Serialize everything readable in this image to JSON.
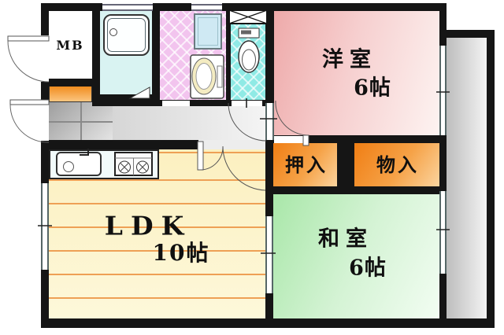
{
  "floorplan": {
    "meterbox_label": "MB",
    "rooms": {
      "western": {
        "name": "洋室",
        "size": "6帖"
      },
      "japanese": {
        "name": "和室",
        "size": "6帖"
      },
      "ldk": {
        "name": "LDK",
        "size": "10帖"
      },
      "oshiire": {
        "label": "押入"
      },
      "monoire": {
        "label": "物入"
      }
    },
    "fixtures": [
      "bathtub",
      "washing-machine-pan",
      "washbasin",
      "toilet",
      "kitchen-sink",
      "gas-stove"
    ],
    "colors": {
      "wall": "#151515",
      "western_room": "#f2b4b4",
      "japanese_room": "#b4eab4",
      "ldk": "#fcf3c6",
      "ldk_floor_line": "#eea055",
      "closet_orange": "#f5983a",
      "entrance_cabinet": "#f5983a",
      "bathroom": "#d9f3f2",
      "washroom_tile": "#f4c9f0",
      "toilet_tile": "#97ece7",
      "hallway": "#e3e3e3",
      "genkan_tile": "#b5b5b5",
      "balcony": "#d6d6d6"
    }
  }
}
